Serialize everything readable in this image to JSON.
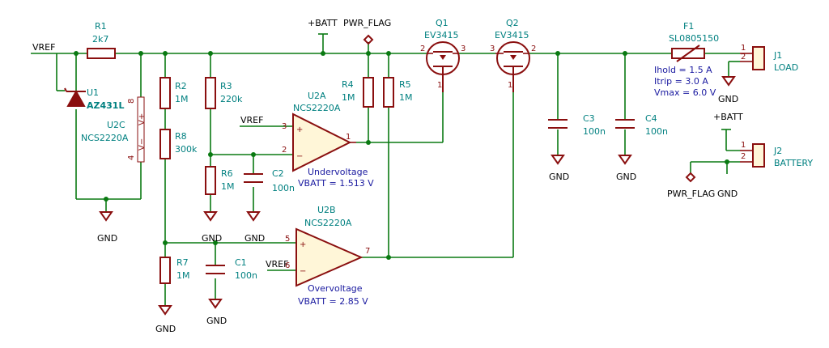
{
  "nets": {
    "vref": "VREF",
    "batt": "+BATT",
    "pwr_flag": "PWR_FLAG",
    "gnd": "GND"
  },
  "components": {
    "r1": {
      "ref": "R1",
      "value": "2k7"
    },
    "r2": {
      "ref": "R2",
      "value": "1M"
    },
    "r3": {
      "ref": "R3",
      "value": "220k"
    },
    "r4": {
      "ref": "R4",
      "value": "1M"
    },
    "r5": {
      "ref": "R5",
      "value": "1M"
    },
    "r6": {
      "ref": "R6",
      "value": "1M"
    },
    "r7": {
      "ref": "R7",
      "value": "1M"
    },
    "r8": {
      "ref": "R8",
      "value": "300k"
    },
    "c1": {
      "ref": "C1",
      "value": "100n"
    },
    "c2": {
      "ref": "C2",
      "value": "100n"
    },
    "c3": {
      "ref": "C3",
      "value": "100n"
    },
    "c4": {
      "ref": "C4",
      "value": "100n"
    },
    "u1": {
      "ref": "U1",
      "value": "AZ431L"
    },
    "u2a": {
      "ref": "U2A",
      "value": "NCS2220A"
    },
    "u2b": {
      "ref": "U2B",
      "value": "NCS2220A"
    },
    "u2c": {
      "ref": "U2C",
      "value": "NCS2220A"
    },
    "q1": {
      "ref": "Q1",
      "value": "EV3415"
    },
    "q2": {
      "ref": "Q2",
      "value": "EV3415"
    },
    "f1": {
      "ref": "F1",
      "value": "SL0805150"
    },
    "j1": {
      "ref": "J1",
      "value": "LOAD"
    },
    "j2": {
      "ref": "J2",
      "value": "BATTERY"
    }
  },
  "annotations": {
    "undervoltage_title": "Undervoltage",
    "undervoltage_value": "VBATT = 1.513 V",
    "overvoltage_title": "Overvoltage",
    "overvoltage_value": "VBATT = 2.85 V",
    "fuse_hold": "Ihold = 1.5 A",
    "fuse_trip": "Itrip = 3.0 A",
    "fuse_vmax": "Vmax = 6.0 V"
  },
  "pins": {
    "u2a_plus": "3",
    "u2a_minus": "2",
    "u2a_out": "1",
    "u2b_plus": "5",
    "u2b_minus": "6",
    "u2b_out": "7",
    "u2c_vplus": "8",
    "u2c_vminus": "4",
    "q1_left": "2",
    "q1_right": "3",
    "q1_gate": "1",
    "q2_left": "3",
    "q2_right": "2",
    "q2_gate": "1",
    "j1_p1": "1",
    "j1_p2": "2",
    "j2_p1": "1",
    "j2_p2": "2",
    "u2c_vplus_label": "V+",
    "u2c_vminus_label": "V−"
  }
}
